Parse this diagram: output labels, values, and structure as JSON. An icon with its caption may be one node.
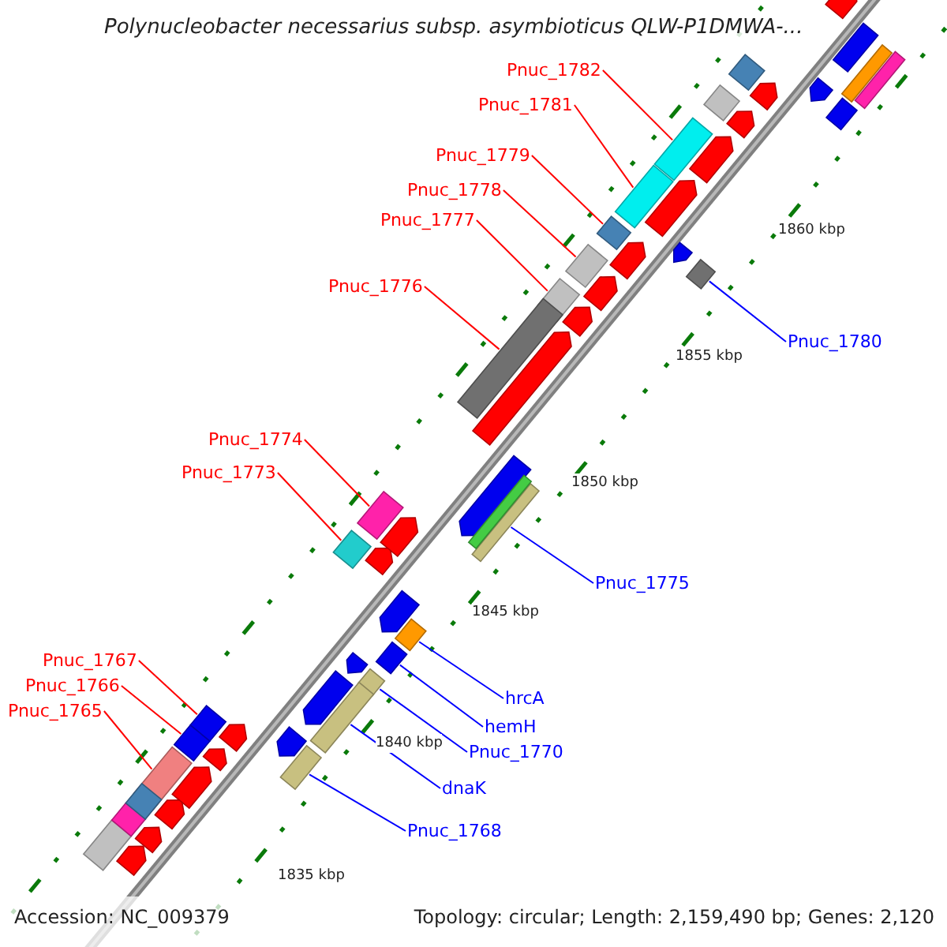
{
  "diagram": {
    "title": "Polynucleobacter necessarius subsp. asymbioticus QLW-P1DMWA-...",
    "nodes": [
      {
        "text": [
          "Pnuc_1782"
        ]
      },
      {
        "text": [
          "Pnuc_1781"
        ]
      },
      {
        "text": [
          "Pnuc_1779"
        ]
      },
      {
        "text": [
          "Pnuc_1778"
        ]
      },
      {
        "text": [
          "Pnuc_1777"
        ]
      },
      {
        "text": [
          "Pnuc_1776"
        ]
      },
      {
        "text": [
          "Pnuc_1780"
        ]
      },
      {
        "text": [
          "Pnuc_1774"
        ]
      },
      {
        "text": [
          "Pnuc_1773"
        ]
      },
      {
        "text": [
          "Pnuc_1775"
        ]
      },
      {
        "text": [
          "Pnuc_1767"
        ]
      },
      {
        "text": [
          "Pnuc_1766"
        ]
      },
      {
        "text": [
          "hrcA"
        ]
      },
      {
        "text": [
          "Pnuc_1765"
        ]
      },
      {
        "text": [
          "hemH"
        ]
      },
      {
        "text": [
          "Pnuc_1770"
        ]
      },
      {
        "text": [
          "dnaK"
        ]
      },
      {
        "text": [
          "Pnuc_1768"
        ]
      },
      {
        "text": [],
        "shape": "bar"
      },
      {
        "text": [],
        "shape": "bar"
      },
      {
        "text": [],
        "shape": "bar"
      },
      {
        "text": [],
        "shape": "bar"
      },
      {
        "text": [],
        "shape": "bar"
      },
      {
        "text": [],
        "shape": "bar"
      },
      {
        "text": [],
        "shape": "bar"
      },
      {
        "text": [],
        "shape": "bar"
      },
      {
        "text": [],
        "shape": "bar"
      },
      {
        "text": [],
        "shape": "bar"
      },
      {
        "text": [],
        "shape": "bar"
      },
      {
        "text": [],
        "shape": "bar"
      },
      {
        "text": [],
        "shape": "bar"
      },
      {
        "text": [],
        "shape": "bar"
      },
      {
        "text": [],
        "shape": "bar"
      },
      {
        "text": [],
        "shape": "bar"
      },
      {
        "text": [],
        "shape": "bar"
      },
      {
        "text": [],
        "shape": "bar"
      },
      {
        "text": [],
        "shape": "bar"
      },
      {
        "text": [],
        "shape": "bar"
      },
      {
        "text": [],
        "shape": "bar"
      },
      {
        "text": [],
        "shape": "bar"
      },
      {
        "text": [],
        "shape": "bar"
      },
      {
        "text": [],
        "shape": "pentagon"
      },
      {
        "text": [],
        "shape": "pentagon"
      },
      {
        "text": [],
        "shape": "pentagon"
      },
      {
        "text": [],
        "shape": "pentagon"
      },
      {
        "text": [],
        "shape": "pentagon"
      },
      {
        "text": [],
        "shape": "pentagon"
      },
      {
        "text": [],
        "shape": "pentagon"
      },
      {
        "text": [],
        "shape": "pentagon"
      },
      {
        "text": [],
        "shape": "pentagon"
      },
      {
        "text": [],
        "shape": "pentagon"
      },
      {
        "text": [],
        "shape": "pentagon"
      },
      {
        "text": [],
        "shape": "pentagon"
      },
      {
        "text": [],
        "shape": "pentagon"
      },
      {
        "text": [],
        "shape": "pentagon"
      },
      {
        "text": [],
        "shape": "pentagon"
      },
      {
        "text": [],
        "shape": "pentagon"
      },
      {
        "text": [],
        "shape": "pentagon"
      },
      {
        "text": [],
        "shape": "pentagon"
      },
      {
        "text": [],
        "shape": "pentagon"
      },
      {
        "text": [],
        "shape": "pentagon"
      },
      {
        "text": [],
        "shape": "pentagon"
      },
      {
        "text": [],
        "shape": "pentagon"
      },
      {
        "text": [],
        "shape": "pentagon"
      },
      {
        "text": [],
        "shape": "pentagon"
      },
      {
        "text": [],
        "shape": "bar"
      },
      {
        "text": [],
        "shape": "bar"
      },
      {
        "text": [],
        "shape": "bar"
      },
      {
        "text": [],
        "shape": "bar"
      },
      {
        "text": [],
        "shape": "bar"
      }
    ],
    "edges": [
      {
        "from": 0,
        "to": 18,
        "arrow": "none"
      },
      {
        "from": 1,
        "to": 19,
        "arrow": "none"
      },
      {
        "from": 2,
        "to": 20,
        "arrow": "none"
      },
      {
        "from": 3,
        "to": 21,
        "arrow": "none"
      },
      {
        "from": 4,
        "to": 22,
        "arrow": "none"
      },
      {
        "from": 5,
        "to": 23,
        "arrow": "none"
      },
      {
        "from": 6,
        "to": 24,
        "arrow": "none",
        "color": "#0000ff"
      },
      {
        "from": 7,
        "to": 25,
        "arrow": "none"
      },
      {
        "from": 8,
        "to": 26,
        "arrow": "none"
      },
      {
        "from": 9,
        "to": 27,
        "arrow": "none",
        "color": "#0000ff"
      },
      {
        "from": 10,
        "to": 28,
        "arrow": "none"
      },
      {
        "from": 11,
        "to": 29,
        "arrow": "none"
      },
      {
        "from": 12,
        "to": 30,
        "arrow": "none",
        "color": "#0000ff"
      },
      {
        "from": 13,
        "to": 31,
        "arrow": "none"
      },
      {
        "from": 14,
        "to": 32,
        "arrow": "none",
        "color": "#0000ff"
      },
      {
        "from": 15,
        "to": 33,
        "arrow": "none",
        "color": "#0000ff"
      },
      {
        "from": 16,
        "to": 34,
        "arrow": "none",
        "color": "#0000ff"
      },
      {
        "from": 17,
        "to": 35,
        "arrow": "none",
        "color": "#0000ff"
      }
    ],
    "labels": [
      "1860 kbp",
      "1855 kbp",
      "1850 kbp",
      "1845 kbp",
      "1840 kbp",
      "1835 kbp",
      "Accession: NC_009379",
      "Topology: circular; Length: 2,159,490 bp; Genes: 2,120"
    ]
  }
}
